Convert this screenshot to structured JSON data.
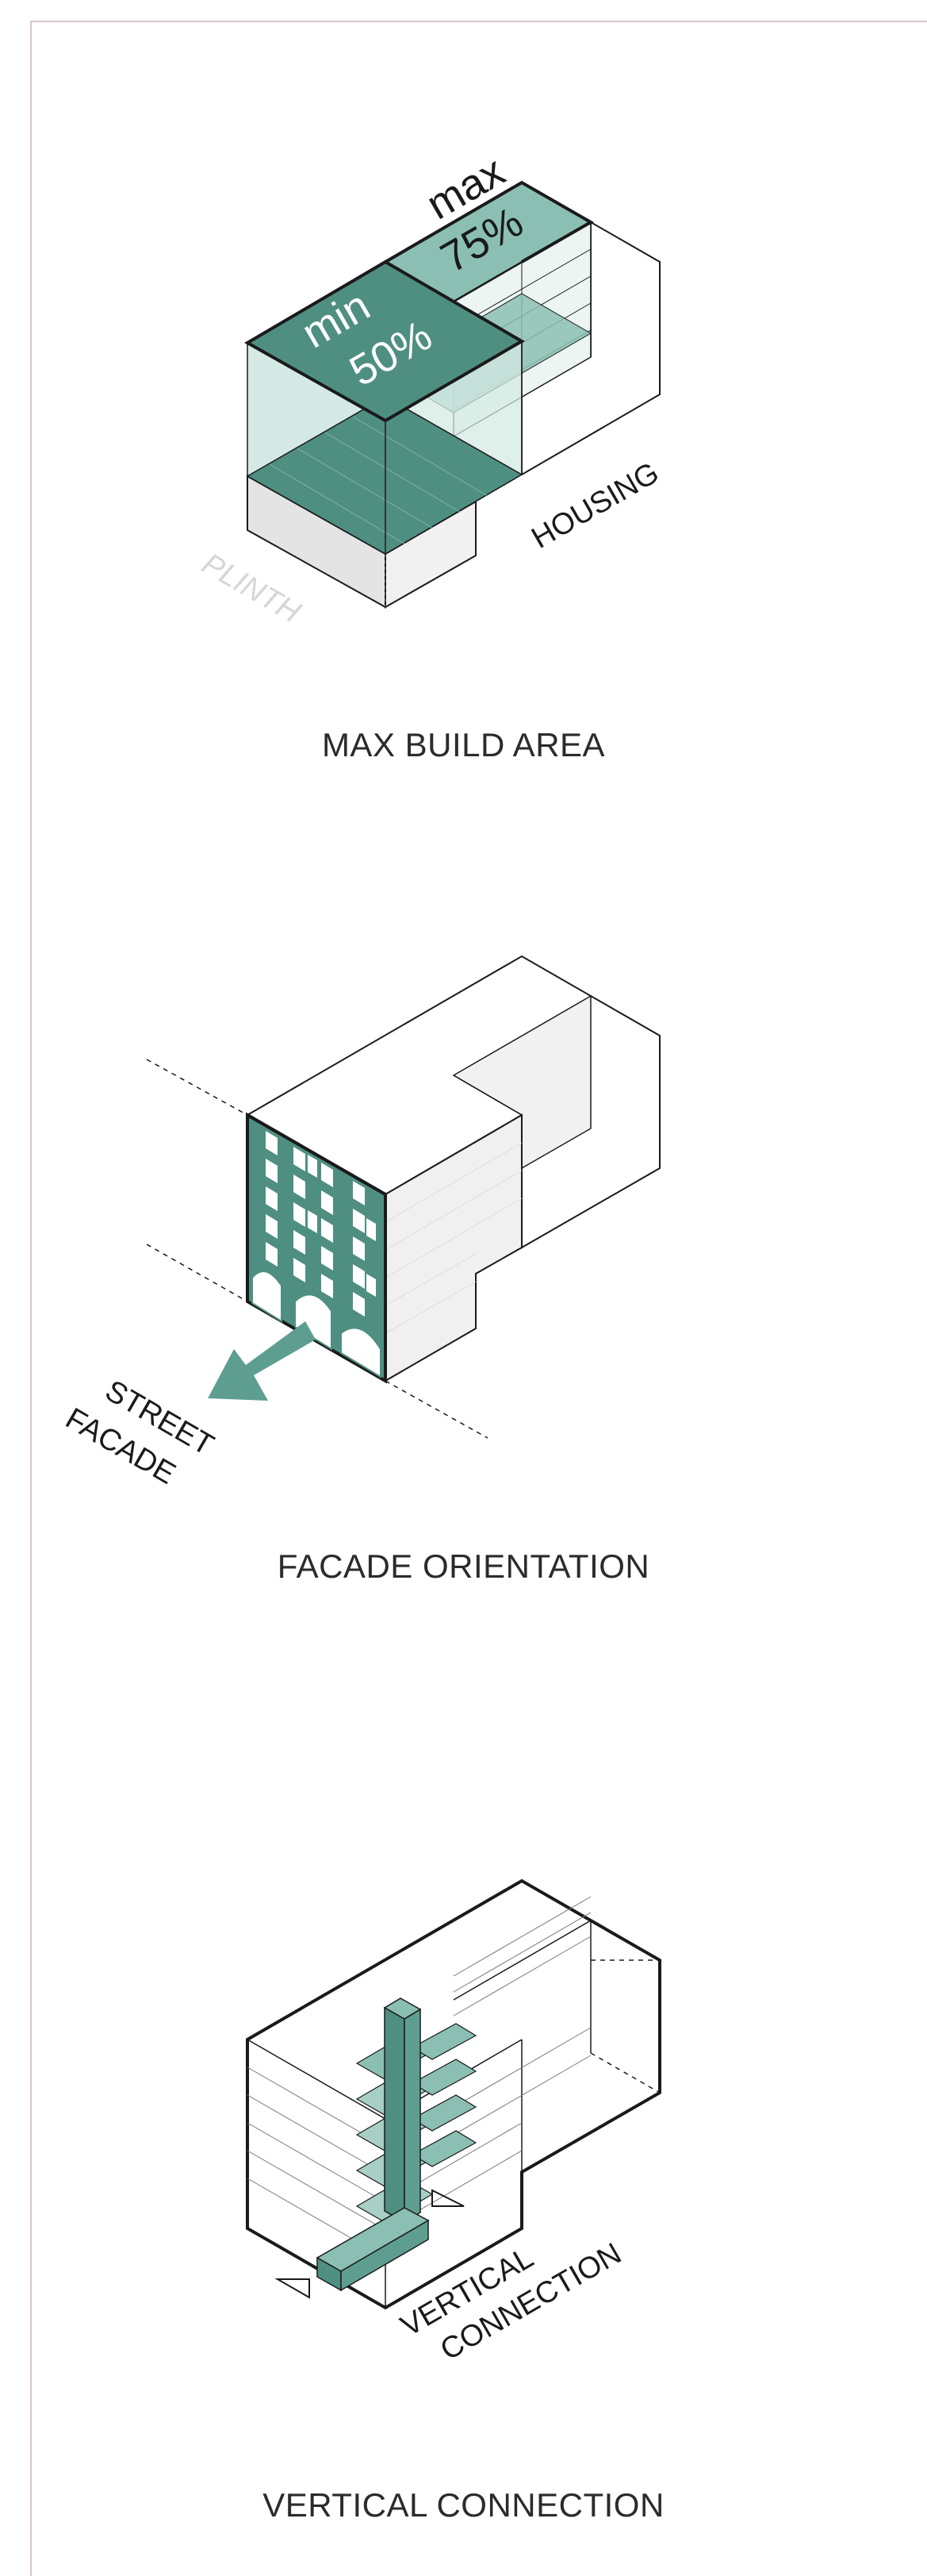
{
  "colors": {
    "teal_dark": "#4f8f82",
    "teal_mid": "#8cbfb3",
    "teal_light": "#c6e2da",
    "teal_pale": "#e7f2ee",
    "line": "#1a1a1a",
    "plinth_label": "#d6d6d6",
    "frame": "#d8c6cc"
  },
  "panels": [
    {
      "id": "max-build-area",
      "caption": "MAX BUILD AREA",
      "labels": {
        "max": "max",
        "max_percent": "75%",
        "min": "min",
        "min_percent": "50%",
        "housing": "HOUSING",
        "plinth": "PLINTH"
      }
    },
    {
      "id": "facade-orientation",
      "caption": "FACADE ORIENTATION",
      "labels": {
        "street": "STREET",
        "facade": "FACADE"
      }
    },
    {
      "id": "vertical-connection",
      "caption": "VERTICAL CONNECTION",
      "labels": {
        "vertical": "VERTICAL",
        "connection": "CONNECTION"
      }
    }
  ]
}
